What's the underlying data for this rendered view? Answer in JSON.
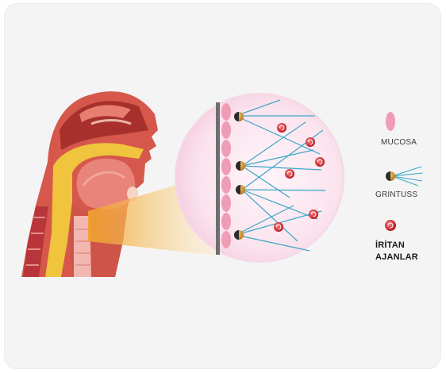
{
  "legend": {
    "mucosa": "MUCOSA",
    "grintuss": "GRINTUSS",
    "irritant_line1": "İRİTAN",
    "irritant_line2": "AJANLAR"
  },
  "colors": {
    "mucosa": "#ef9cb6",
    "fiber": "#3aa6c6",
    "agent": "#d9343a",
    "grintuss_core": "#c8871a",
    "highlight": "#f2b53a"
  }
}
